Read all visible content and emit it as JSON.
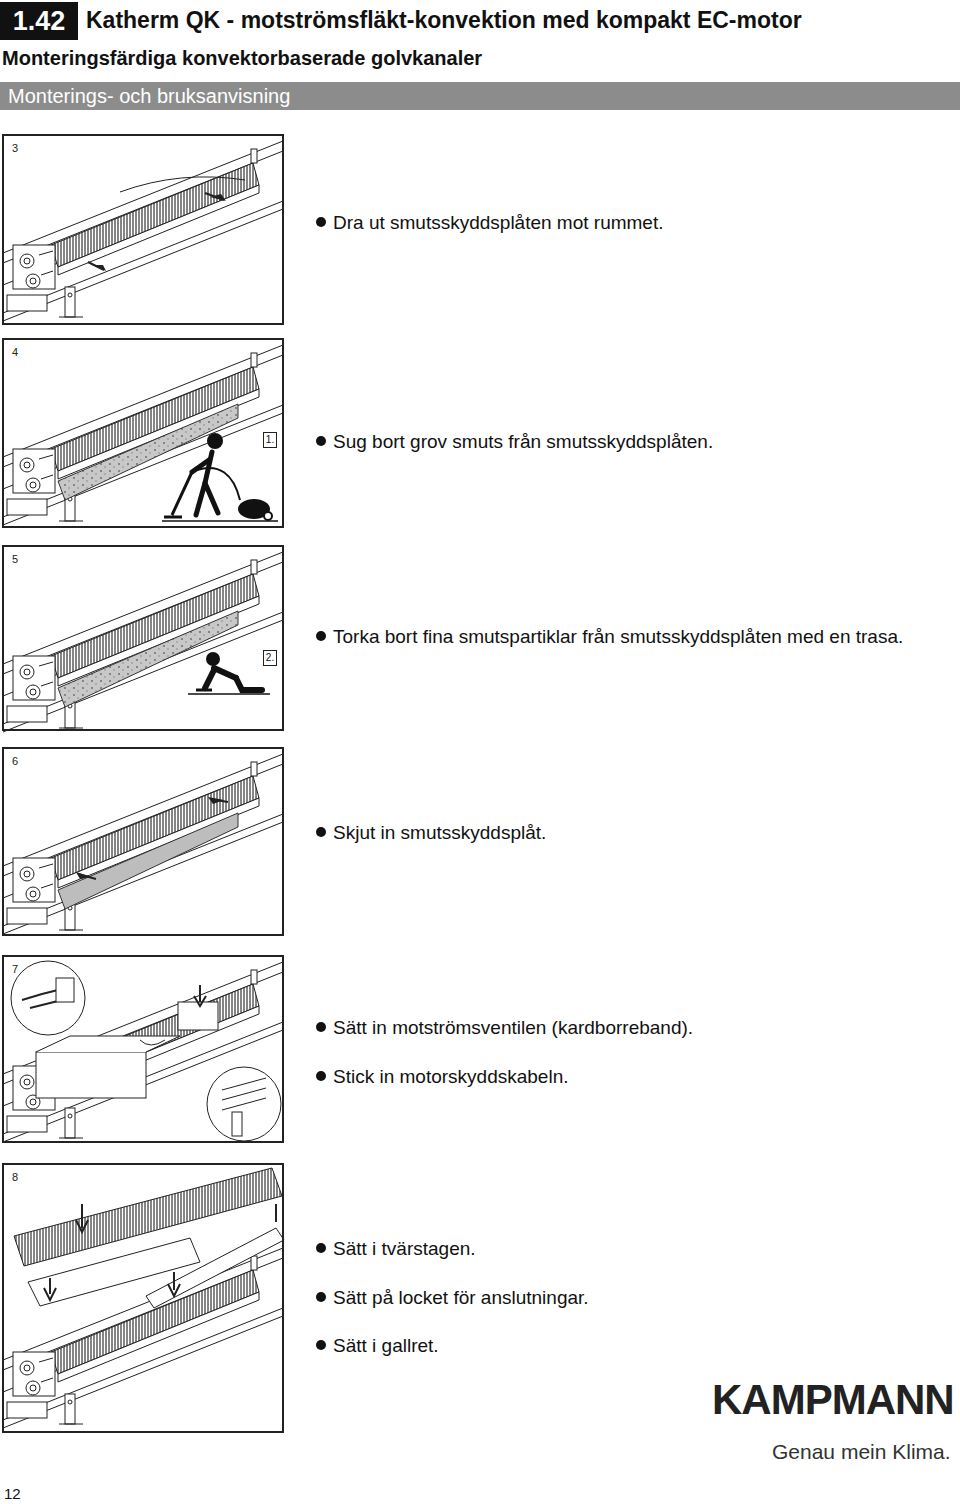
{
  "diagram": {
    "title": "Katherm QK - motströmsfläkt-konvektion med kompakt EC-motor",
    "nodes": [
      {
        "text": [
          "1.42"
        ]
      },
      {
        "text": [
          "Monterings- och bruksanvisning"
        ]
      },
      {
        "text": [
          "3"
        ]
      },
      {
        "text": [
          "4"
        ]
      },
      {
        "text": [
          "1."
        ],
        "in": 3
      },
      {
        "text": [
          "5"
        ]
      },
      {
        "text": [
          "2."
        ],
        "in": 5
      },
      {
        "text": [
          "6"
        ]
      },
      {
        "text": [
          "7"
        ]
      },
      {
        "text": [
          "8"
        ]
      }
    ],
    "labels": [
      "Monteringsfärdiga konvektorbaserade golvkanaler",
      "Dra ut smutsskyddsplåten mot rummet.",
      "Sug bort grov smuts från smutsskyddsplåten.",
      "Torka bort fina smutspartiklar från smutsskyddsplåten med en trasa.",
      "Skjut in smutsskyddsplåt.",
      "Sätt in motströmsventilen (kardborreband).",
      "Stick in motorskyddskabeln.",
      "Sätt i tvärstagen.",
      "Sätt på locket för anslutningar.",
      "Sätt i gallret.",
      "KAMPMANN",
      "Genau mein Klima.",
      "12"
    ]
  }
}
